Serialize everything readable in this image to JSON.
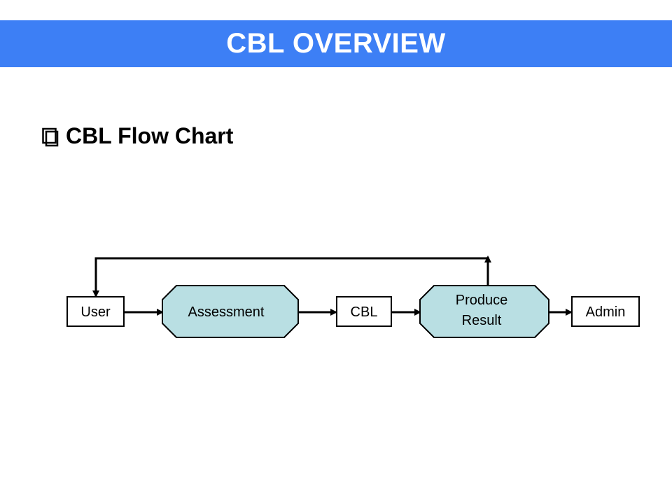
{
  "header": {
    "title": "CBL OVERVIEW"
  },
  "section": {
    "bullet_icon": "checkbox-icon",
    "heading": "CBL Flow Chart"
  },
  "flow": {
    "nodes": {
      "user": "User",
      "assessment": "Assessment",
      "cbl": "CBL",
      "produce_line1": "Produce",
      "produce_line2": "Result",
      "admin": "Admin"
    }
  },
  "colors": {
    "header_bg": "#3d7ff5",
    "process_fill": "#b9dfe3",
    "stroke": "#000000"
  }
}
